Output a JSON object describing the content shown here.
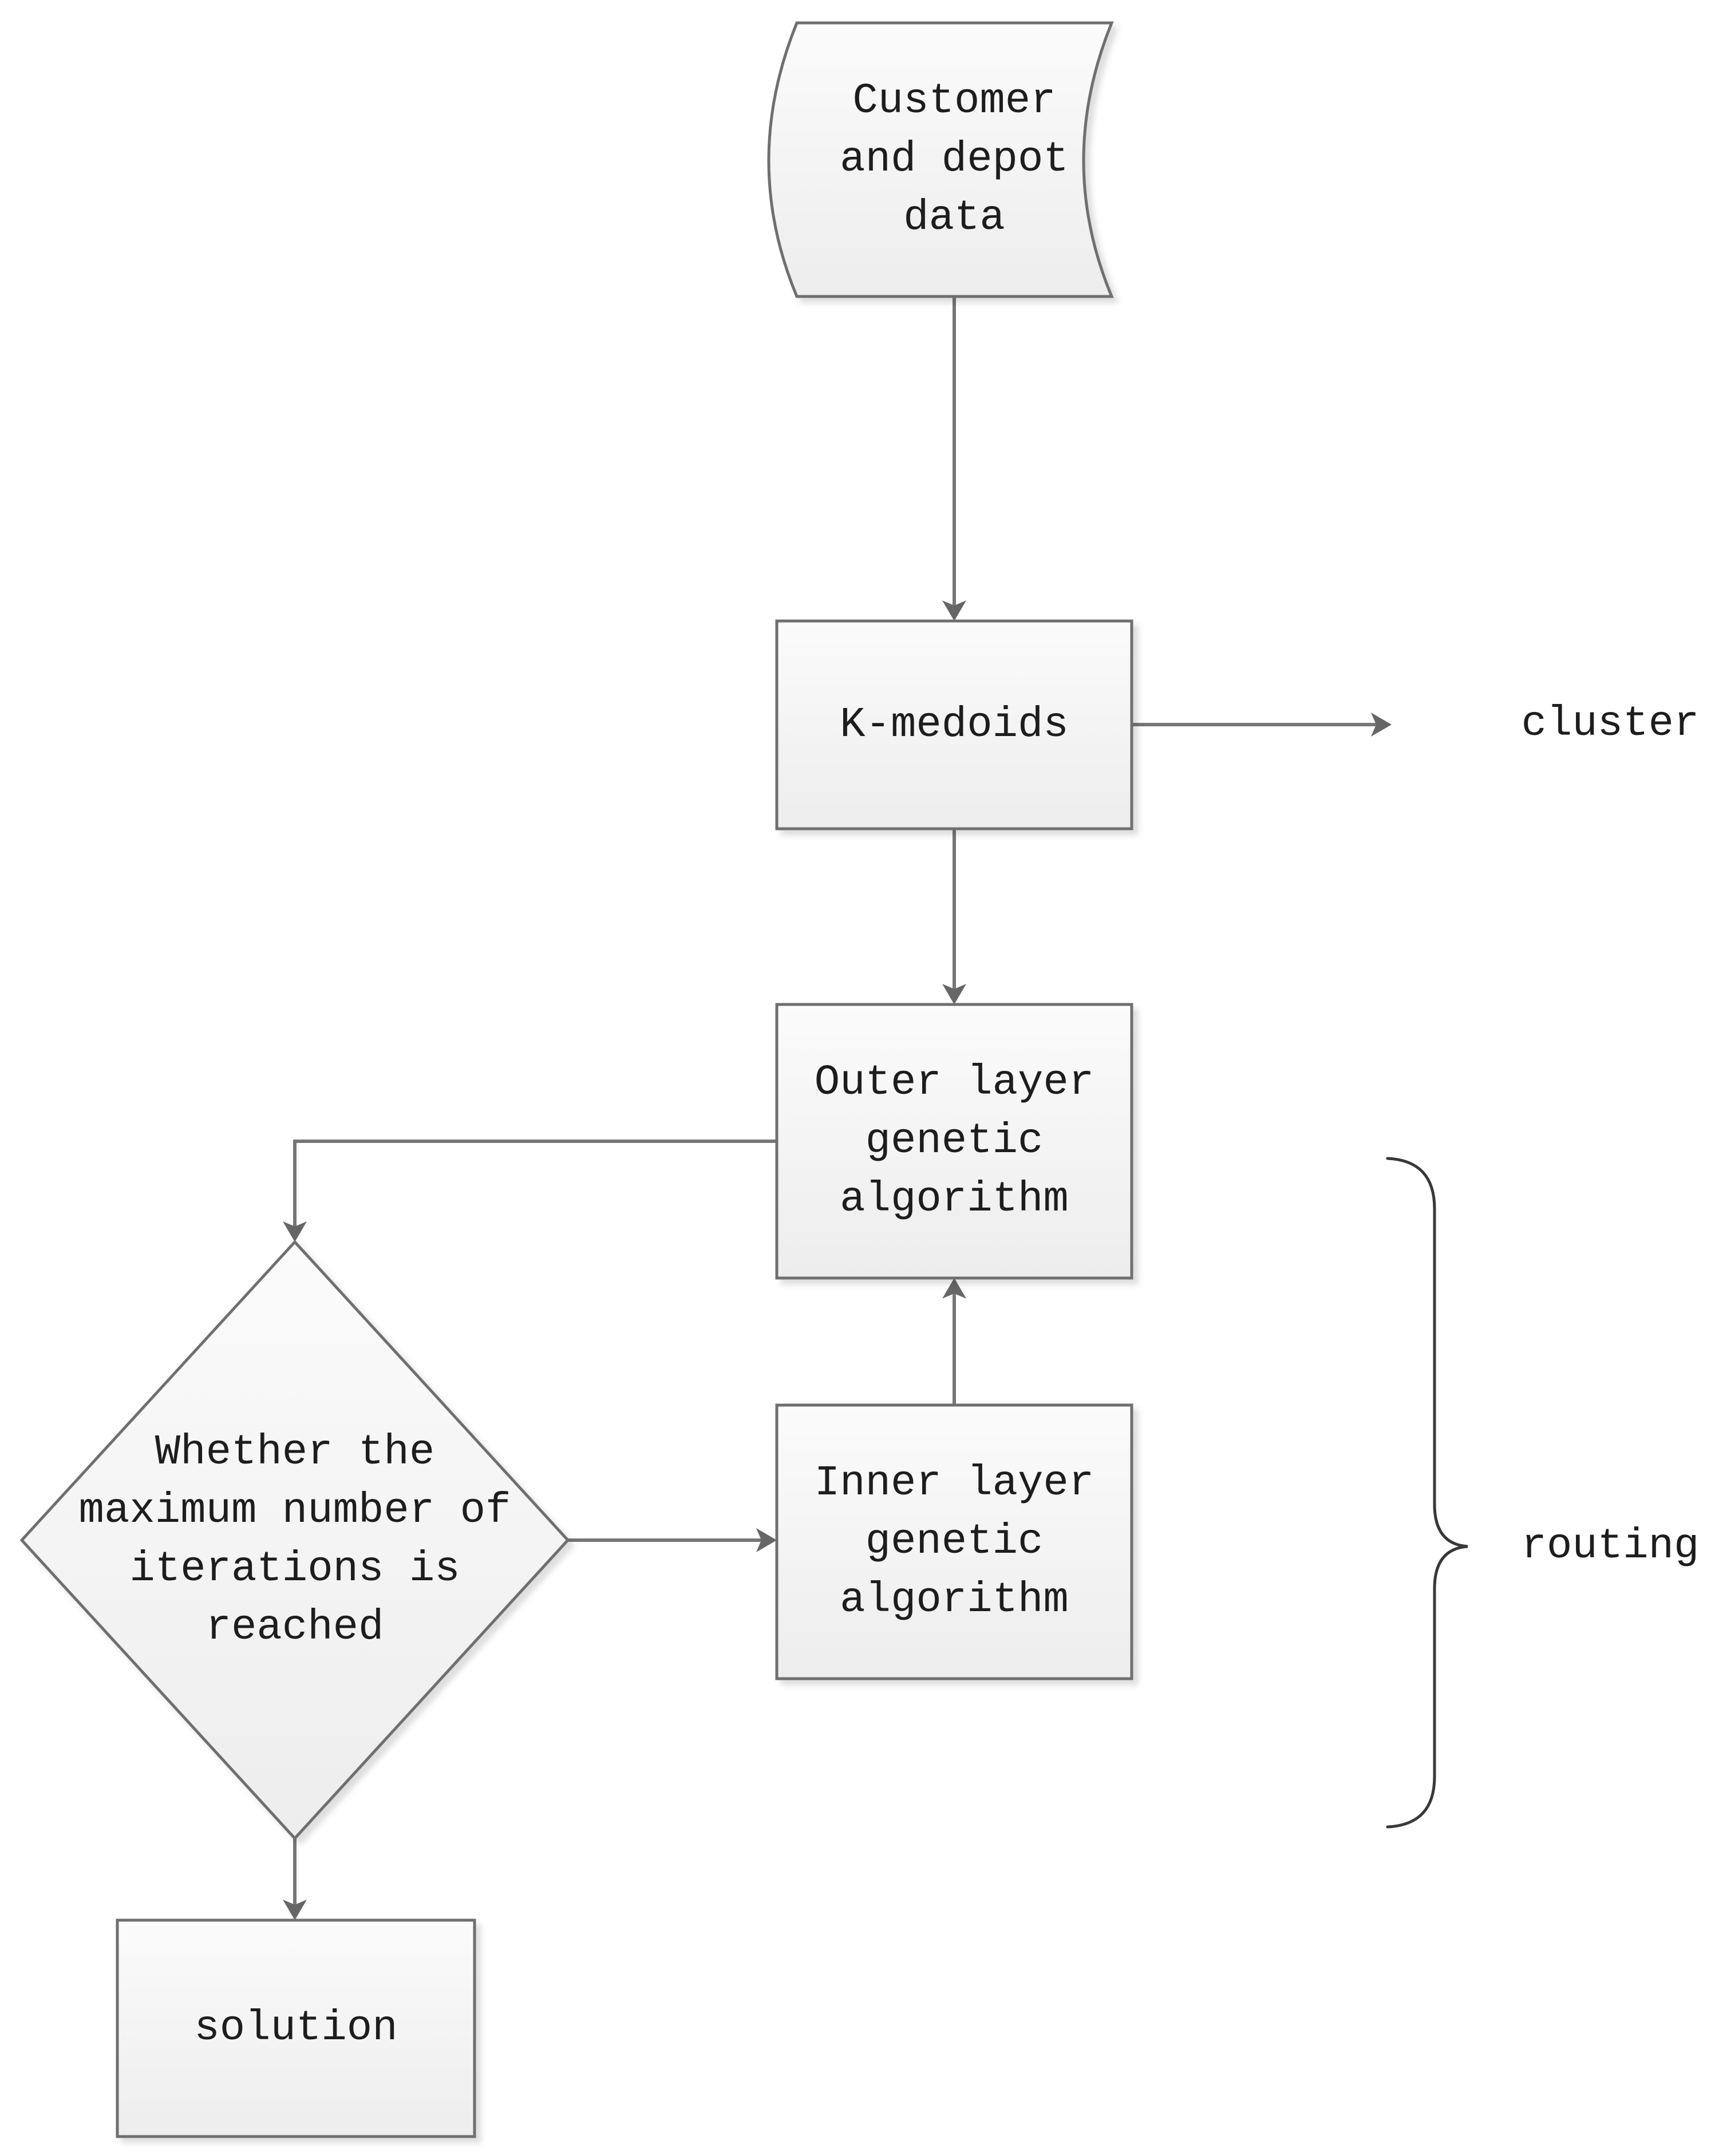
{
  "diagram": {
    "title_hint": "flowchart",
    "nodes": {
      "customer_data": {
        "label": "Customer\nand depot\ndata",
        "shape": "stored-data"
      },
      "k_medoids": {
        "label": "K-medoids",
        "shape": "process"
      },
      "outer_ga": {
        "label": "Outer layer\ngenetic\nalgorithm",
        "shape": "process"
      },
      "iteration_check": {
        "label": "Whether the\nmaximum number of\niterations is\nreached",
        "shape": "decision"
      },
      "inner_ga": {
        "label": "Inner layer\ngenetic\nalgorithm",
        "shape": "process"
      },
      "solution": {
        "label": "solution",
        "shape": "process"
      }
    },
    "annotations": {
      "cluster": "cluster",
      "routing": "routing"
    },
    "colors": {
      "shape_fill_top": "#fbfbfb",
      "shape_fill_bottom": "#ededed",
      "shape_stroke": "#6f6f6f",
      "connector": "#767676",
      "arrowhead": "#666666",
      "brace": "#383838",
      "text": "#1d1d1d",
      "canvas_bg": "#ffffff"
    }
  }
}
